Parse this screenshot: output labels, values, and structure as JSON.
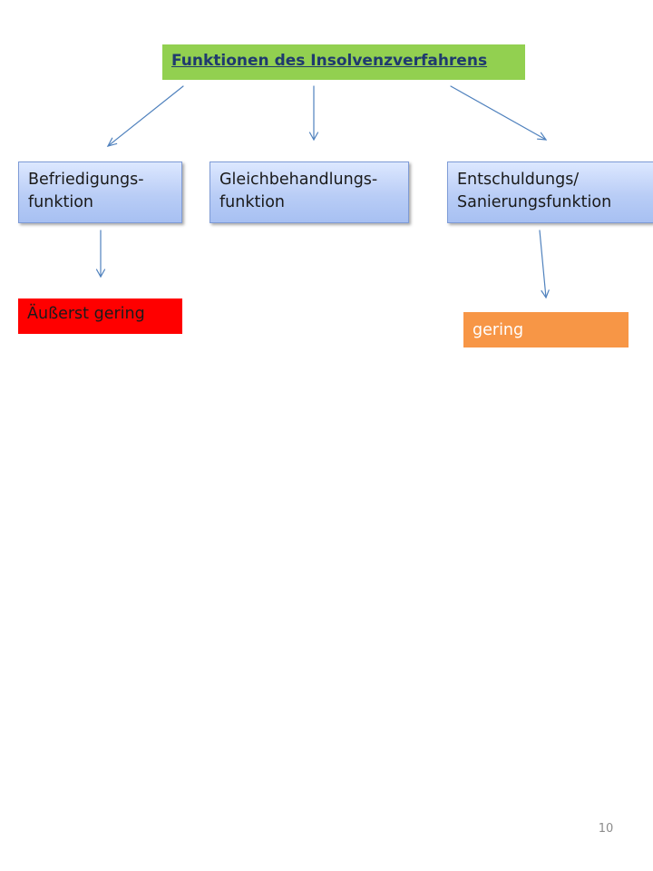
{
  "diagram": {
    "title": "Funktionen des Insolvenzverfahrens",
    "functions": [
      {
        "line1": "Befriedigungs-",
        "line2": "funktion"
      },
      {
        "line1": "Gleichbehandlungs-",
        "line2": "funktion"
      },
      {
        "line1": "Entschuldungs/",
        "line2": "Sanierungsfunktion"
      }
    ],
    "evaluations": [
      {
        "label": "Äußerst gering",
        "color": "#ff0000"
      },
      {
        "label": "gering",
        "color": "#f79646"
      }
    ],
    "colors": {
      "title_bg": "#92d050",
      "title_text": "#1f3a6e",
      "function_bg": "#b9cdf6",
      "arrow": "#4f81bd"
    }
  },
  "footer": {
    "page_number": "10"
  }
}
